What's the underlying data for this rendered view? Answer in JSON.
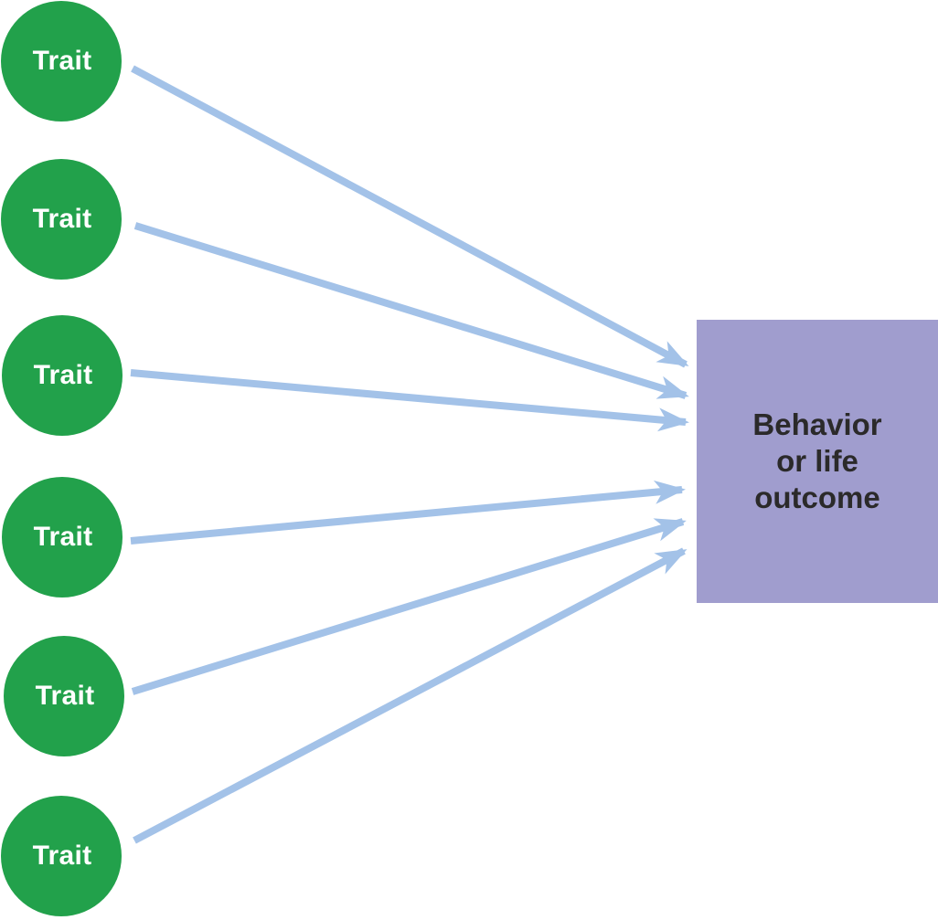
{
  "diagram": {
    "nodes": [
      {
        "label": "Trait"
      },
      {
        "label": "Trait"
      },
      {
        "label": "Trait"
      },
      {
        "label": "Trait"
      },
      {
        "label": "Trait"
      },
      {
        "label": "Trait"
      }
    ],
    "outcome": {
      "label": "Behavior\nor life\noutcome"
    },
    "colors": {
      "trait_fill": "#22A14B",
      "trait_text": "#FFFFFF",
      "arrow": "#A3C2E8",
      "outcome_fill": "#A09DCE",
      "outcome_text": "#2B2A2A"
    }
  }
}
